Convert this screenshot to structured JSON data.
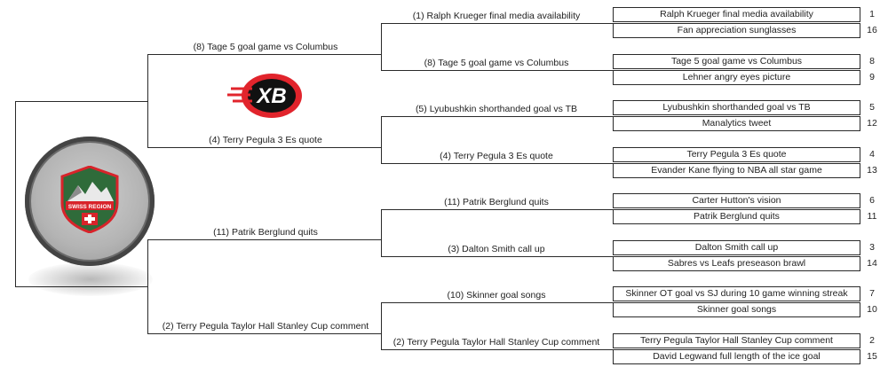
{
  "bracket": {
    "final": {
      "top": "(8) Tage 5 goal game vs Columbus",
      "mid": "(4) Terry Pegula 3 Es quote",
      "left_lower": "(11) Patrik Berglund quits",
      "bottom": "(2) Terry Pegula Taylor Hall Stanley Cup comment"
    },
    "round2": [
      "(1) Ralph Krueger final media availability",
      "(8) Tage 5 goal game vs Columbus",
      "(5) Lyubushkin shorthanded goal vs TB",
      "(4) Terry Pegula 3 Es quote",
      "(11) Patrik Berglund quits",
      "(3) Dalton Smith call up",
      "(10) Skinner goal songs",
      "(2) Terry Pegula Taylor Hall Stanley Cup comment"
    ],
    "round1": [
      {
        "name": "Ralph Krueger final media availability",
        "seed": "1"
      },
      {
        "name": "Fan appreciation sunglasses",
        "seed": "16"
      },
      {
        "name": "Tage 5 goal game vs Columbus",
        "seed": "8"
      },
      {
        "name": "Lehner angry eyes picture",
        "seed": "9"
      },
      {
        "name": "Lyubushkin shorthanded goal vs TB",
        "seed": "5"
      },
      {
        "name": "Manalytics tweet",
        "seed": "12"
      },
      {
        "name": "Terry Pegula 3 Es quote",
        "seed": "4"
      },
      {
        "name": "Evander Kane flying to NBA all star game",
        "seed": "13"
      },
      {
        "name": "Carter Hutton's vision",
        "seed": "6"
      },
      {
        "name": "Patrik Berglund quits",
        "seed": "11"
      },
      {
        "name": "Dalton Smith call up",
        "seed": "3"
      },
      {
        "name": "Sabres vs Leafs preseason brawl",
        "seed": "14"
      },
      {
        "name": "Skinner OT goal vs SJ during 10 game winning streak",
        "seed": "7"
      },
      {
        "name": "Skinner goal songs",
        "seed": "10"
      },
      {
        "name": "Terry Pegula Taylor Hall Stanley Cup comment",
        "seed": "2"
      },
      {
        "name": "David Legwand full length of the ice goal",
        "seed": "15"
      }
    ]
  },
  "logo": {
    "text": "XB",
    "colors": {
      "red": "#e1242c",
      "black": "#111111"
    }
  },
  "badge": {
    "text": "SWISS REGION",
    "colors": {
      "green": "#2f6b3a",
      "red": "#d8232a"
    }
  }
}
